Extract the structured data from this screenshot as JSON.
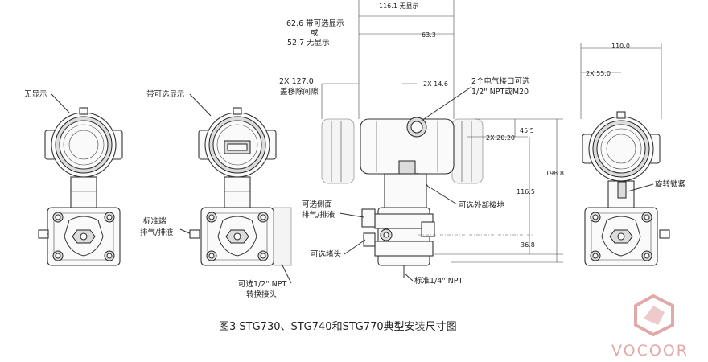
{
  "labels": {
    "no_display": "无显示",
    "optional_display": "带可选显示",
    "dim_116_1": "116.1 无显示",
    "dim_62_6": "62.6 带可选显示",
    "or": "或",
    "dim_52_7": "52.7 无显示",
    "dim_63_3": "63.3",
    "dim_127": "2X 127.0",
    "cover_clearance": "盖移除间隙",
    "dim_14_6": "2X 14.6",
    "conduit_1": "2个电气接口可选",
    "conduit_2": "1/2\" NPT或M20",
    "dim_110": "110.0",
    "dim_55": "2X 55.0",
    "dim_45_5": "45.5",
    "dim_20_20": "2X 20.20",
    "dim_198_8": "198.8",
    "dim_116_5": "116.5",
    "dim_36_8": "36.8",
    "ext_ground": "可选外部接地",
    "std_vent_1": "标准端",
    "std_vent_2": "排气/排液",
    "opt_side_vent_1": "可选侧面",
    "opt_side_vent_2": "排气/排液",
    "opt_plug": "可选堵头",
    "opt_adapter_1": "可选1/2\" NPT",
    "opt_adapter_2": "转换接头",
    "std_npt": "标准1/4\" NPT",
    "rotation_lock": "旋转锁紧",
    "caption": "图3  STG730、STG740和STG770典型安装尺寸图",
    "logo": "VOCOOR"
  },
  "colors": {
    "logo": "#e3a9a9",
    "line": "#333333"
  }
}
